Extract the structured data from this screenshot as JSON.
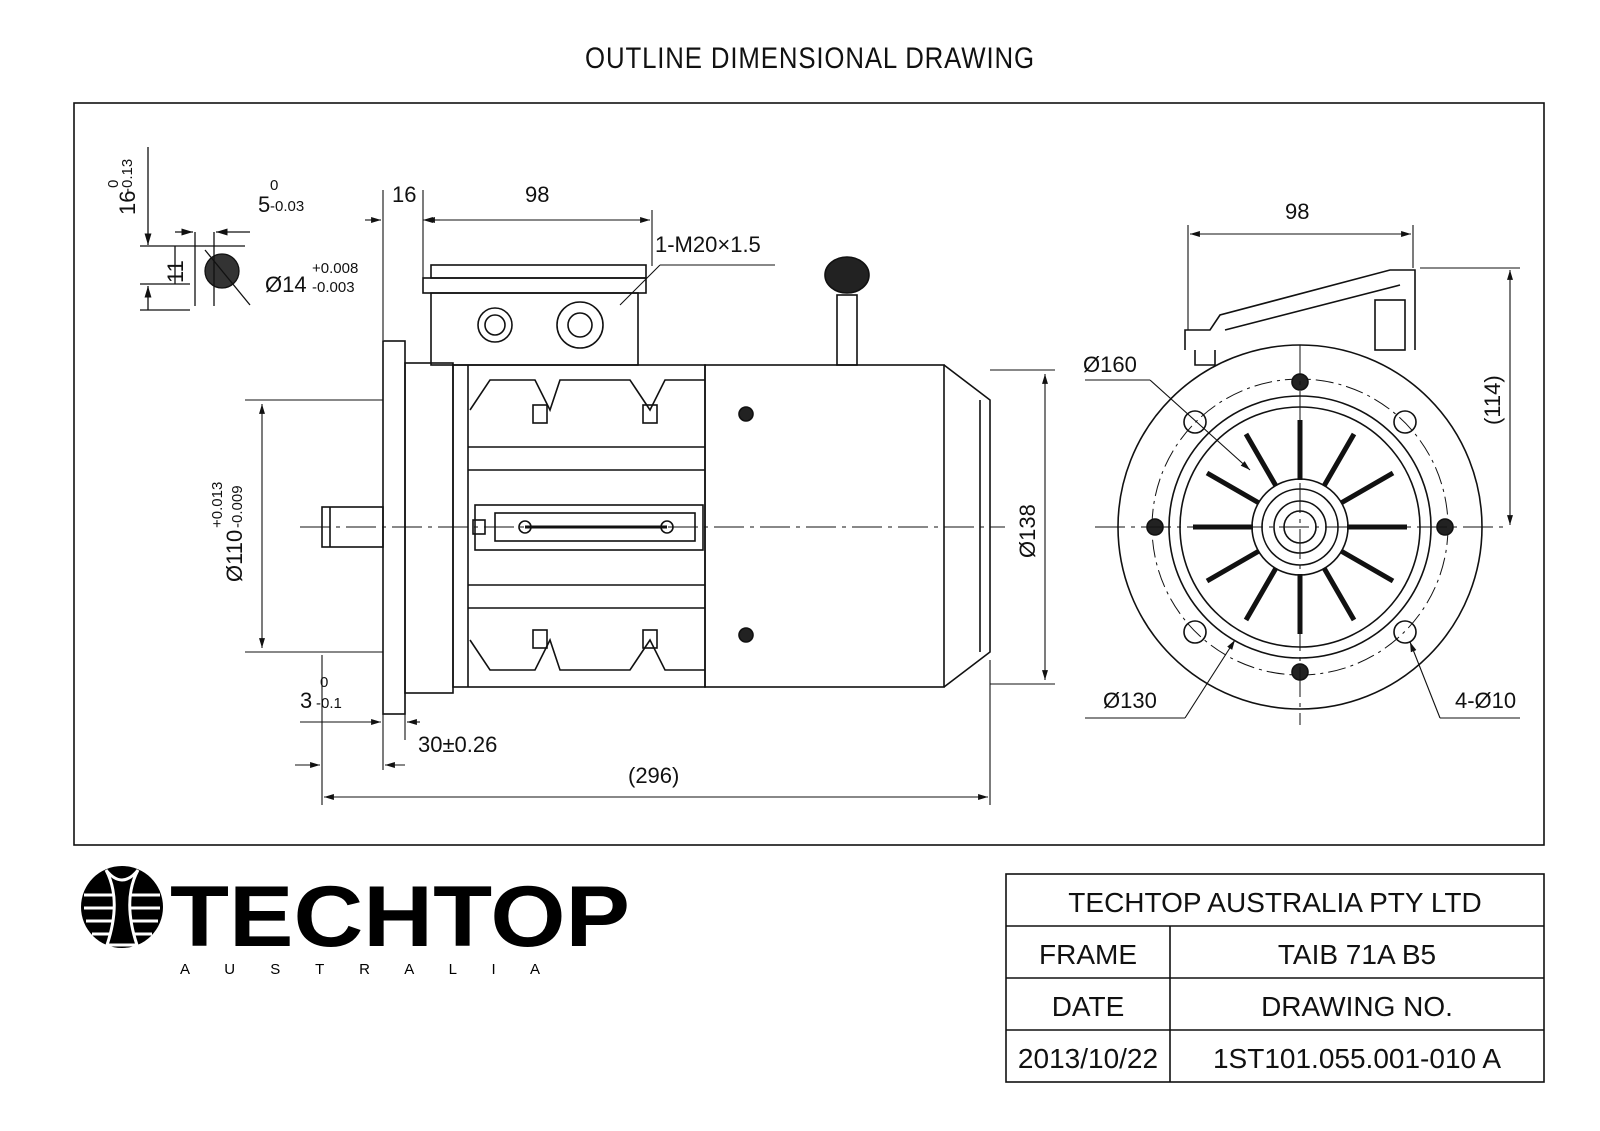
{
  "title": "OUTLINE DIMENSIONAL DRAWING",
  "dimensions": {
    "key_depth": "16",
    "key_depth_upper_tol": "0",
    "key_depth_lower_tol": "-0.13",
    "key_width": "5",
    "key_width_upper_tol": "0",
    "key_width_lower_tol": "-0.03",
    "key_height": "11",
    "shaft_dia": "Ø14",
    "shaft_dia_upper_tol": "+0.008",
    "shaft_dia_lower_tol": "-0.003",
    "flange_to_box": "16",
    "box_length": "98",
    "cable_entry": "1-M20×1.5",
    "spigot_dia": "Ø110",
    "spigot_upper_tol": "+0.013",
    "spigot_lower_tol": "-0.009",
    "flange_thickness": "3",
    "flange_thickness_upper_tol": "0",
    "flange_thickness_lower_tol": "-0.1",
    "shaft_length": "30±0.26",
    "overall_length": "(296)",
    "body_dia": "Ø138",
    "end_box_width": "98",
    "end_box_height": "(114)",
    "flange_dia": "Ø160",
    "pcd": "Ø130",
    "holes": "4-Ø10"
  },
  "logo": {
    "brand": "TECHTOP",
    "sub": "A U S T R A L I A"
  },
  "title_block": {
    "company": "TECHTOP AUSTRALIA PTY LTD",
    "frame_label": "FRAME",
    "frame_value": "TAIB 71A B5",
    "date_label": "DATE",
    "drawing_no_label": "DRAWING NO.",
    "date_value": "2013/10/22",
    "drawing_no_value": "1ST101.055.001-010 A"
  }
}
